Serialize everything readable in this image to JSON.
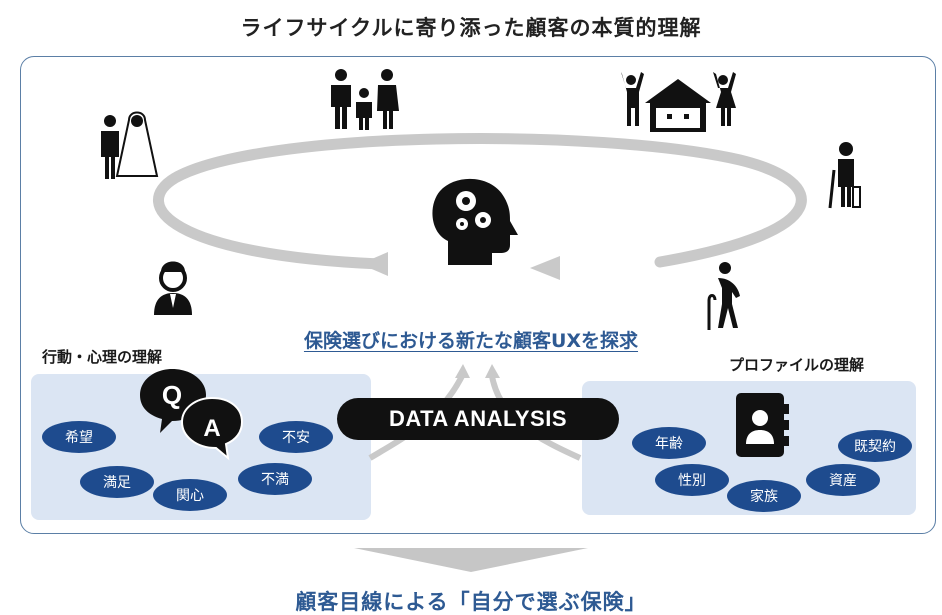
{
  "title": "ライフサイクルに寄り添った顧客の本質的理解",
  "center_text": "保険選びにおける新たな顧客UXを探求",
  "left_label": "行動・心理の理解",
  "right_label": "プロファイルの理解",
  "data_analysis": "DATA ANALYSIS",
  "bottom_text": "顧客目線による「自分で選ぶ保険」",
  "qa_bubble": {
    "q": "Q",
    "a": "A"
  },
  "left_chips": [
    "希望",
    "不安",
    "満足",
    "不満",
    "関心"
  ],
  "right_chips": [
    "年齢",
    "既契約",
    "性別",
    "資産",
    "家族"
  ],
  "icons": [
    "wedding-couple-icon",
    "family-icon",
    "house-family-icon",
    "crutch-person-icon",
    "head-gears-icon",
    "businessman-icon",
    "elderly-person-icon",
    "qa-bubbles-icon",
    "contact-book-icon"
  ],
  "colors": {
    "accent": "#2e5a93",
    "chip": "#1e4b8e",
    "panel": "#dbe5f3",
    "frame": "#5b7fa6",
    "cycle": "#c8c8c8"
  }
}
